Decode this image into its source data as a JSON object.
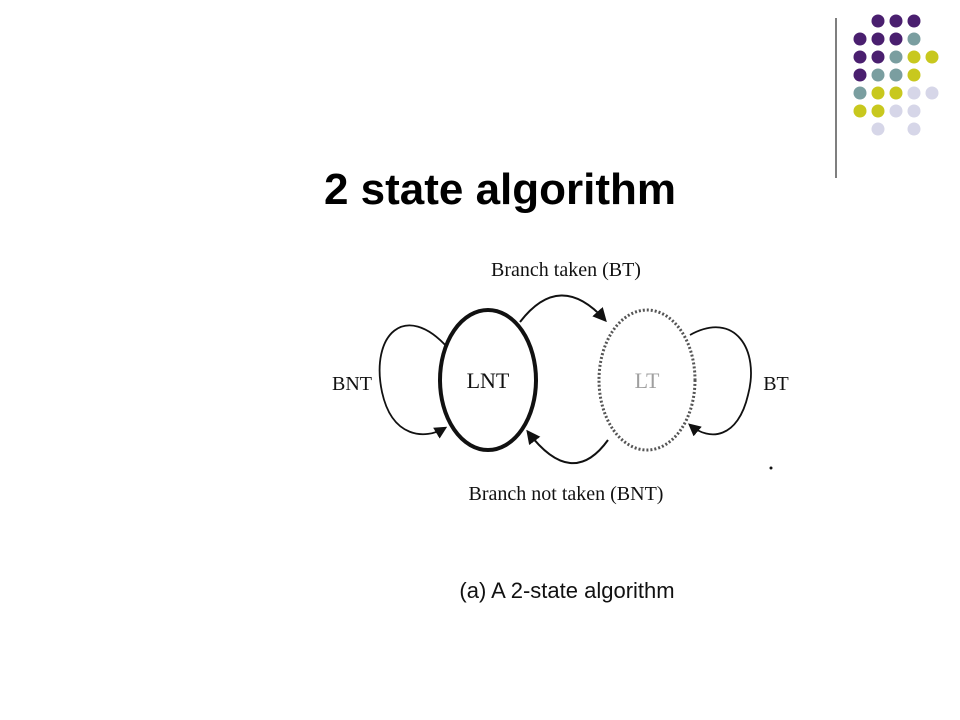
{
  "slide": {
    "title": "2 state algorithm"
  },
  "diagram": {
    "states": [
      {
        "label": "LNT"
      },
      {
        "label": "LT"
      }
    ],
    "transitions": {
      "top": "Branch taken (BT)",
      "bottom": "Branch not taken (BNT)",
      "left_self": "BNT",
      "right_self": "BT"
    },
    "caption": "(a) A 2-state algorithm"
  },
  "colors": {
    "dot_purple": "#4a1f6f",
    "dot_teal": "#7a9ea0",
    "dot_yellow": "#c8c81e",
    "dot_lavender": "#d6d6e8",
    "divider": "#555555"
  }
}
